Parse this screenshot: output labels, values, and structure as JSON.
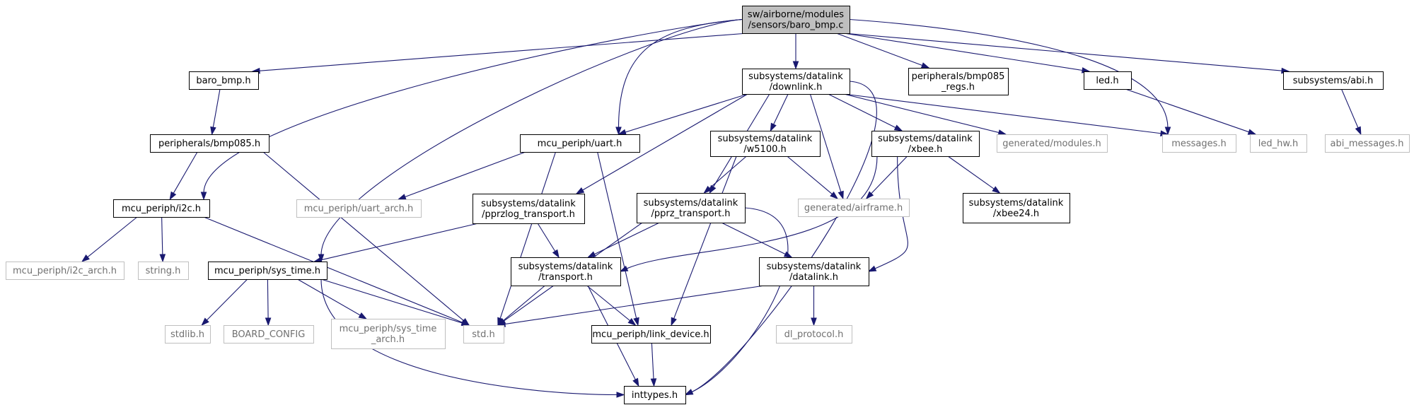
{
  "diagram": {
    "colors": {
      "edge": "#191970",
      "root_fill": "#bfbfbf",
      "node_border": "#000000",
      "external_border": "#bfbfbf",
      "external_text": "#707070"
    },
    "nodes": [
      {
        "id": "root",
        "label": [
          "sw/airborne/modules",
          "/sensors/baro_bmp.c"
        ],
        "style": "root"
      },
      {
        "id": "baro_bmp_h",
        "label": [
          "baro_bmp.h"
        ],
        "style": "solid"
      },
      {
        "id": "downlink_h",
        "label": [
          "subsystems/datalink",
          "/downlink.h"
        ],
        "style": "solid"
      },
      {
        "id": "bmp085_regs_h",
        "label": [
          "peripherals/bmp085",
          "_regs.h"
        ],
        "style": "solid"
      },
      {
        "id": "led_h",
        "label": [
          "led.h"
        ],
        "style": "solid"
      },
      {
        "id": "abi_h",
        "label": [
          "subsystems/abi.h"
        ],
        "style": "solid"
      },
      {
        "id": "bmp085_h",
        "label": [
          "peripherals/bmp085.h"
        ],
        "style": "solid"
      },
      {
        "id": "uart_h",
        "label": [
          "mcu_periph/uart.h"
        ],
        "style": "solid"
      },
      {
        "id": "w5100_h",
        "label": [
          "subsystems/datalink",
          "/w5100.h"
        ],
        "style": "solid"
      },
      {
        "id": "xbee_h",
        "label": [
          "subsystems/datalink",
          "/xbee.h"
        ],
        "style": "solid"
      },
      {
        "id": "gen_modules_h",
        "label": [
          "generated/modules.h"
        ],
        "style": "gray"
      },
      {
        "id": "messages_h",
        "label": [
          "messages.h"
        ],
        "style": "gray"
      },
      {
        "id": "led_hw_h",
        "label": [
          "led_hw.h"
        ],
        "style": "gray"
      },
      {
        "id": "abi_messages_h",
        "label": [
          "abi_messages.h"
        ],
        "style": "gray"
      },
      {
        "id": "i2c_h",
        "label": [
          "mcu_periph/i2c.h"
        ],
        "style": "solid"
      },
      {
        "id": "uart_arch_h",
        "label": [
          "mcu_periph/uart_arch.h"
        ],
        "style": "gray"
      },
      {
        "id": "pprzlog_transport_h",
        "label": [
          "subsystems/datalink",
          "/pprzlog_transport.h"
        ],
        "style": "solid"
      },
      {
        "id": "pprz_transport_h",
        "label": [
          "subsystems/datalink",
          "/pprz_transport.h"
        ],
        "style": "solid"
      },
      {
        "id": "gen_airframe_h",
        "label": [
          "generated/airframe.h"
        ],
        "style": "gray"
      },
      {
        "id": "xbee24_h",
        "label": [
          "subsystems/datalink",
          "/xbee24.h"
        ],
        "style": "solid"
      },
      {
        "id": "i2c_arch_h",
        "label": [
          "mcu_periph/i2c_arch.h"
        ],
        "style": "gray"
      },
      {
        "id": "string_h",
        "label": [
          "string.h"
        ],
        "style": "gray"
      },
      {
        "id": "sys_time_h",
        "label": [
          "mcu_periph/sys_time.h"
        ],
        "style": "solid"
      },
      {
        "id": "transport_h",
        "label": [
          "subsystems/datalink",
          "/transport.h"
        ],
        "style": "solid"
      },
      {
        "id": "datalink_h",
        "label": [
          "subsystems/datalink",
          "/datalink.h"
        ],
        "style": "solid"
      },
      {
        "id": "stdlib_h",
        "label": [
          "stdlib.h"
        ],
        "style": "gray"
      },
      {
        "id": "board_config",
        "label": [
          "BOARD_CONFIG"
        ],
        "style": "gray"
      },
      {
        "id": "sys_time_arch_h",
        "label": [
          "mcu_periph/sys_time",
          "_arch.h"
        ],
        "style": "gray"
      },
      {
        "id": "std_h",
        "label": [
          "std.h"
        ],
        "style": "gray"
      },
      {
        "id": "link_device_h",
        "label": [
          "mcu_periph/link_device.h"
        ],
        "style": "solid"
      },
      {
        "id": "dl_protocol_h",
        "label": [
          "dl_protocol.h"
        ],
        "style": "gray"
      },
      {
        "id": "inttypes_h",
        "label": [
          "inttypes.h"
        ],
        "style": "solid"
      }
    ],
    "edges": [
      [
        "root",
        "baro_bmp_h"
      ],
      [
        "root",
        "downlink_h"
      ],
      [
        "root",
        "bmp085_regs_h"
      ],
      [
        "root",
        "led_h"
      ],
      [
        "root",
        "abi_h"
      ],
      [
        "root",
        "uart_h"
      ],
      [
        "root",
        "i2c_h"
      ],
      [
        "root",
        "sys_time_h"
      ],
      [
        "root",
        "messages_h"
      ],
      [
        "baro_bmp_h",
        "bmp085_h"
      ],
      [
        "bmp085_h",
        "i2c_h"
      ],
      [
        "bmp085_h",
        "std_h"
      ],
      [
        "downlink_h",
        "uart_h"
      ],
      [
        "downlink_h",
        "w5100_h"
      ],
      [
        "downlink_h",
        "xbee_h"
      ],
      [
        "downlink_h",
        "gen_modules_h"
      ],
      [
        "downlink_h",
        "messages_h"
      ],
      [
        "downlink_h",
        "pprzlog_transport_h"
      ],
      [
        "downlink_h",
        "pprz_transport_h"
      ],
      [
        "downlink_h",
        "gen_airframe_h"
      ],
      [
        "downlink_h",
        "inttypes_h"
      ],
      [
        "led_h",
        "led_hw_h"
      ],
      [
        "abi_h",
        "abi_messages_h"
      ],
      [
        "uart_h",
        "uart_arch_h"
      ],
      [
        "uart_h",
        "std_h"
      ],
      [
        "uart_h",
        "link_device_h"
      ],
      [
        "w5100_h",
        "pprz_transport_h"
      ],
      [
        "w5100_h",
        "gen_airframe_h"
      ],
      [
        "w5100_h",
        "link_device_h"
      ],
      [
        "xbee_h",
        "gen_airframe_h"
      ],
      [
        "xbee_h",
        "xbee24_h"
      ],
      [
        "xbee_h",
        "transport_h"
      ],
      [
        "xbee_h",
        "datalink_h"
      ],
      [
        "i2c_h",
        "i2c_arch_h"
      ],
      [
        "i2c_h",
        "string_h"
      ],
      [
        "i2c_h",
        "std_h"
      ],
      [
        "pprzlog_transport_h",
        "sys_time_h"
      ],
      [
        "pprzlog_transport_h",
        "transport_h"
      ],
      [
        "pprz_transport_h",
        "transport_h"
      ],
      [
        "pprz_transport_h",
        "datalink_h"
      ],
      [
        "pprz_transport_h",
        "std_h"
      ],
      [
        "pprz_transport_h",
        "inttypes_h"
      ],
      [
        "sys_time_h",
        "stdlib_h"
      ],
      [
        "sys_time_h",
        "board_config"
      ],
      [
        "sys_time_h",
        "sys_time_arch_h"
      ],
      [
        "sys_time_h",
        "std_h"
      ],
      [
        "sys_time_h",
        "inttypes_h"
      ],
      [
        "transport_h",
        "std_h"
      ],
      [
        "transport_h",
        "link_device_h"
      ],
      [
        "transport_h",
        "inttypes_h"
      ],
      [
        "datalink_h",
        "std_h"
      ],
      [
        "datalink_h",
        "dl_protocol_h"
      ],
      [
        "link_device_h",
        "inttypes_h"
      ]
    ]
  }
}
